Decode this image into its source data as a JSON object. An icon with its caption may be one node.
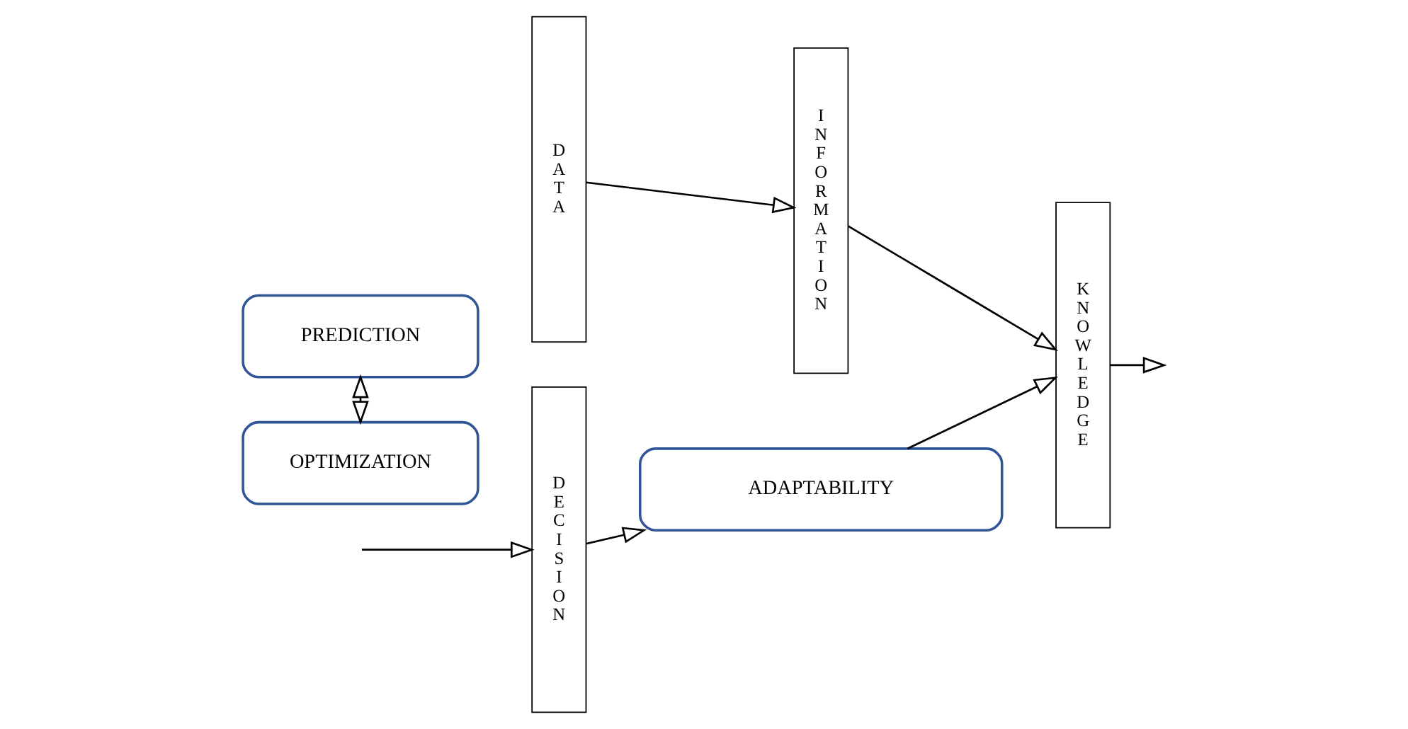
{
  "diagram": {
    "nodes": [
      {
        "text": [
          "ADAPTABILITY"
        ]
      },
      {
        "text": [
          "DATA"
        ]
      },
      {
        "text": [
          "INFORMATION"
        ]
      },
      {
        "text": [
          "KNOWLEDGE"
        ]
      },
      {
        "text": [
          "PREDICTION"
        ]
      },
      {
        "text": [
          "OPTIMIZATION"
        ]
      },
      {
        "text": [
          "DECISION"
        ]
      }
    ],
    "edges": [
      {
        "from": 1,
        "to": 2,
        "arrow": "to"
      },
      {
        "from": 2,
        "to": 3,
        "arrow": "to"
      },
      {
        "from": 0,
        "to": 3,
        "arrow": "to"
      },
      {
        "from": 3,
        "to": null,
        "arrow": "to"
      },
      {
        "from": 4,
        "to": 5,
        "arrow": "both"
      },
      {
        "from": null,
        "to": 6,
        "arrow": "to"
      },
      {
        "from": 6,
        "to": 0,
        "arrow": "to"
      }
    ]
  }
}
